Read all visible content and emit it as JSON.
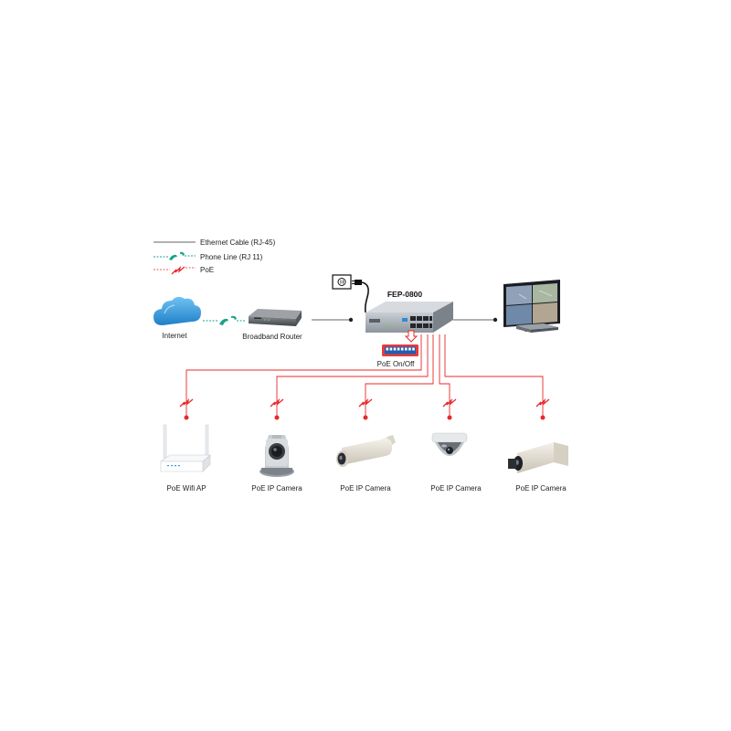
{
  "legend": {
    "ethernet": "Ethernet Cable (RJ-45)",
    "phone": "Phone Line (RJ 11)",
    "poe": "PoE"
  },
  "nodes": {
    "internet": "Internet",
    "router": "Broadband Router",
    "switch": "FEP-0800",
    "poe_switch": "PoE On/Off"
  },
  "devices": [
    {
      "label": "PoE Wifi AP"
    },
    {
      "label": "PoE IP Camera"
    },
    {
      "label": "PoE IP Camera"
    },
    {
      "label": "PoE IP Camera"
    },
    {
      "label": "PoE IP Camera"
    }
  ],
  "colors": {
    "ethernet": "#333333",
    "phone": "#1aa38a",
    "poe": "#e8282b"
  }
}
